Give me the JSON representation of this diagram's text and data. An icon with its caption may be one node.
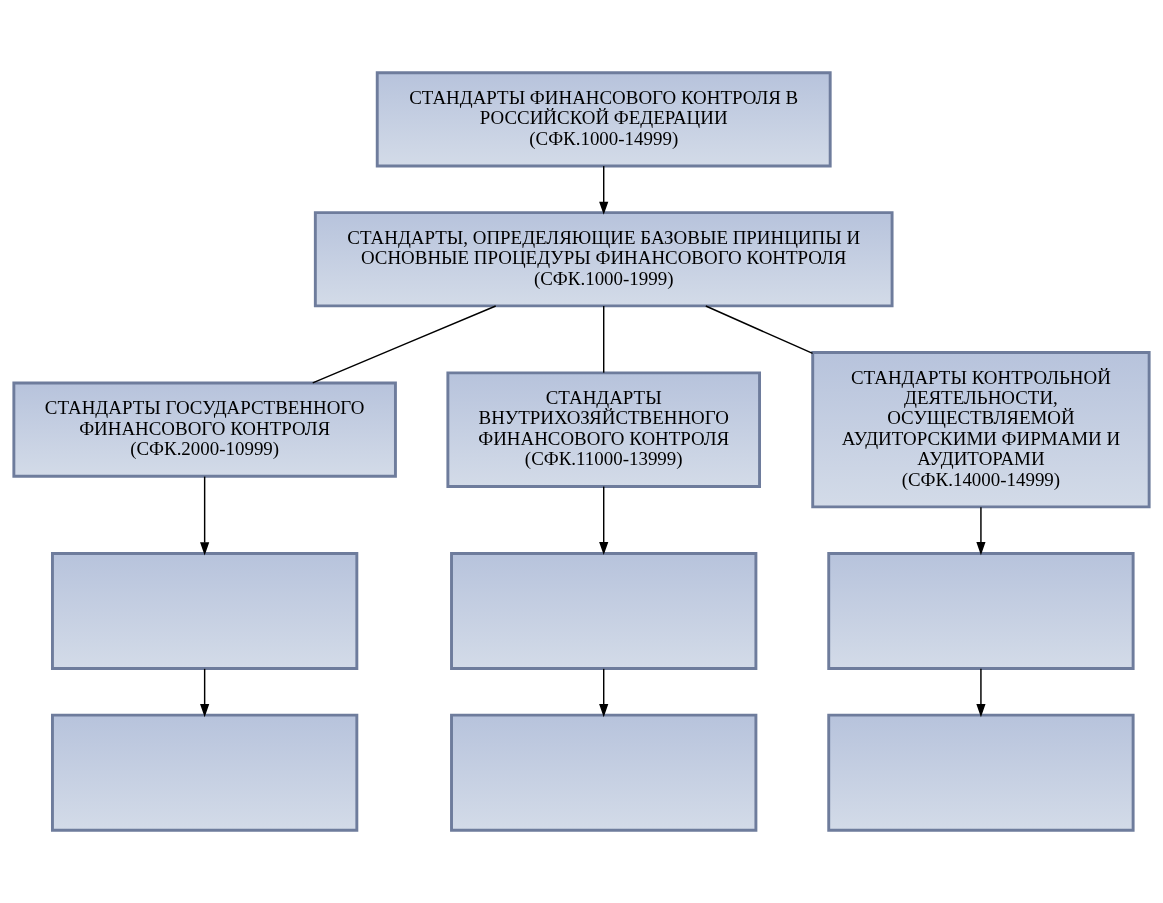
{
  "diagram": {
    "nodes": [
      {
        "text": [
          "СТАНДАРТЫ ФИНАНСОВОГО КОНТРОЛЯ В РОССИЙСКОЙ ФЕДЕРАЦИИ",
          "(СФК.1000-14999)"
        ]
      },
      {
        "text": [
          "СТАНДАРТЫ, ОПРЕДЕЛЯЮЩИЕ БАЗОВЫЕ ПРИНЦИПЫ И ОСНОВНЫЕ ПРОЦЕДУРЫ ФИНАНСОВОГО КОНТРОЛЯ",
          "(СФК.1000-1999)"
        ]
      },
      {
        "text": [
          "СТАНДАРТЫ ГОСУДАРСТВЕННОГО ФИНАНСОВОГО КОНТРОЛЯ",
          "(СФК.2000-10999)"
        ]
      },
      {
        "text": [
          "СТАНДАРТЫ ВНУТРИХОЗЯЙСТВЕННОГО ФИНАНСОВОГО КОНТРОЛЯ",
          "(СФК.11000-13999)"
        ]
      },
      {
        "text": [
          "СТАНДАРТЫ КОНТРОЛЬНОЙ ДЕЯТЕЛЬНОСТИ, ОСУЩЕСТВЛЯЕМОЙ АУДИТОРСКИМИ ФИРМАМИ И АУДИТОРАМИ",
          "(СФК.14000-14999)"
        ]
      },
      {
        "text": [],
        "shape": "box"
      },
      {
        "text": [],
        "shape": "box"
      },
      {
        "text": [],
        "shape": "box"
      },
      {
        "text": [],
        "shape": "box"
      },
      {
        "text": [],
        "shape": "box"
      },
      {
        "text": [],
        "shape": "box"
      }
    ],
    "edges": [
      {
        "from": 0,
        "to": 1,
        "arrow": "to"
      },
      {
        "from": 1,
        "to": 2,
        "arrow": "none"
      },
      {
        "from": 1,
        "to": 3,
        "arrow": "none"
      },
      {
        "from": 1,
        "to": 4,
        "arrow": "none"
      },
      {
        "from": 2,
        "to": 5,
        "arrow": "to"
      },
      {
        "from": 3,
        "to": 6,
        "arrow": "to"
      },
      {
        "from": 4,
        "to": 7,
        "arrow": "to"
      },
      {
        "from": 5,
        "to": 8,
        "arrow": "to"
      },
      {
        "from": 6,
        "to": 9,
        "arrow": "to"
      },
      {
        "from": 7,
        "to": 10,
        "arrow": "to"
      }
    ]
  }
}
